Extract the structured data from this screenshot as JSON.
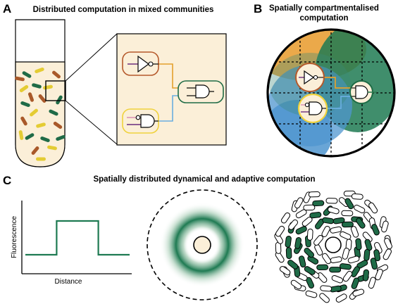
{
  "panels": {
    "a": {
      "label": "A",
      "title": "Distributed computation in mixed communities"
    },
    "b": {
      "label": "B",
      "title_line1": "Spatially compartmentalised",
      "title_line2": "computation"
    },
    "c": {
      "label": "C",
      "title": "Spatially distributed dynamical and adaptive computation",
      "ylabel": "Fluorescence",
      "xlabel": "Distance"
    }
  },
  "colors": {
    "cream": "#fbefd8",
    "not_gate_border": "#b5592b",
    "nor_gate_border": "#f0d23c",
    "and_gate_border": "#1e6b45",
    "wire_orange": "#e3a12c",
    "wire_blue": "#6aaee0",
    "wire_green": "#2e7d52",
    "wire_purple": "#6b2d7e",
    "wire_pink": "#d98fb2",
    "bacteria_green": "#1f6b47",
    "bacteria_brown": "#a9592a",
    "bacteria_yellow": "#e4cc33",
    "region_orange": "#eba94a",
    "region_green": "#1e7a52",
    "region_blue": "#4f95cf",
    "region_teal": "#3a8a78"
  },
  "icons": [
    "not-gate-icon",
    "nor-gate-icon",
    "and-gate-icon",
    "bacterium-icon"
  ],
  "chart_data": {
    "type": "line",
    "x": [
      0,
      1,
      2,
      3,
      4,
      5,
      6,
      7,
      8,
      9,
      10
    ],
    "y": [
      0,
      0,
      0,
      1,
      1,
      1,
      1,
      0,
      0,
      0,
      0
    ],
    "xlabel": "Distance",
    "ylabel": "Fluorescence",
    "shape": "step pulse"
  }
}
